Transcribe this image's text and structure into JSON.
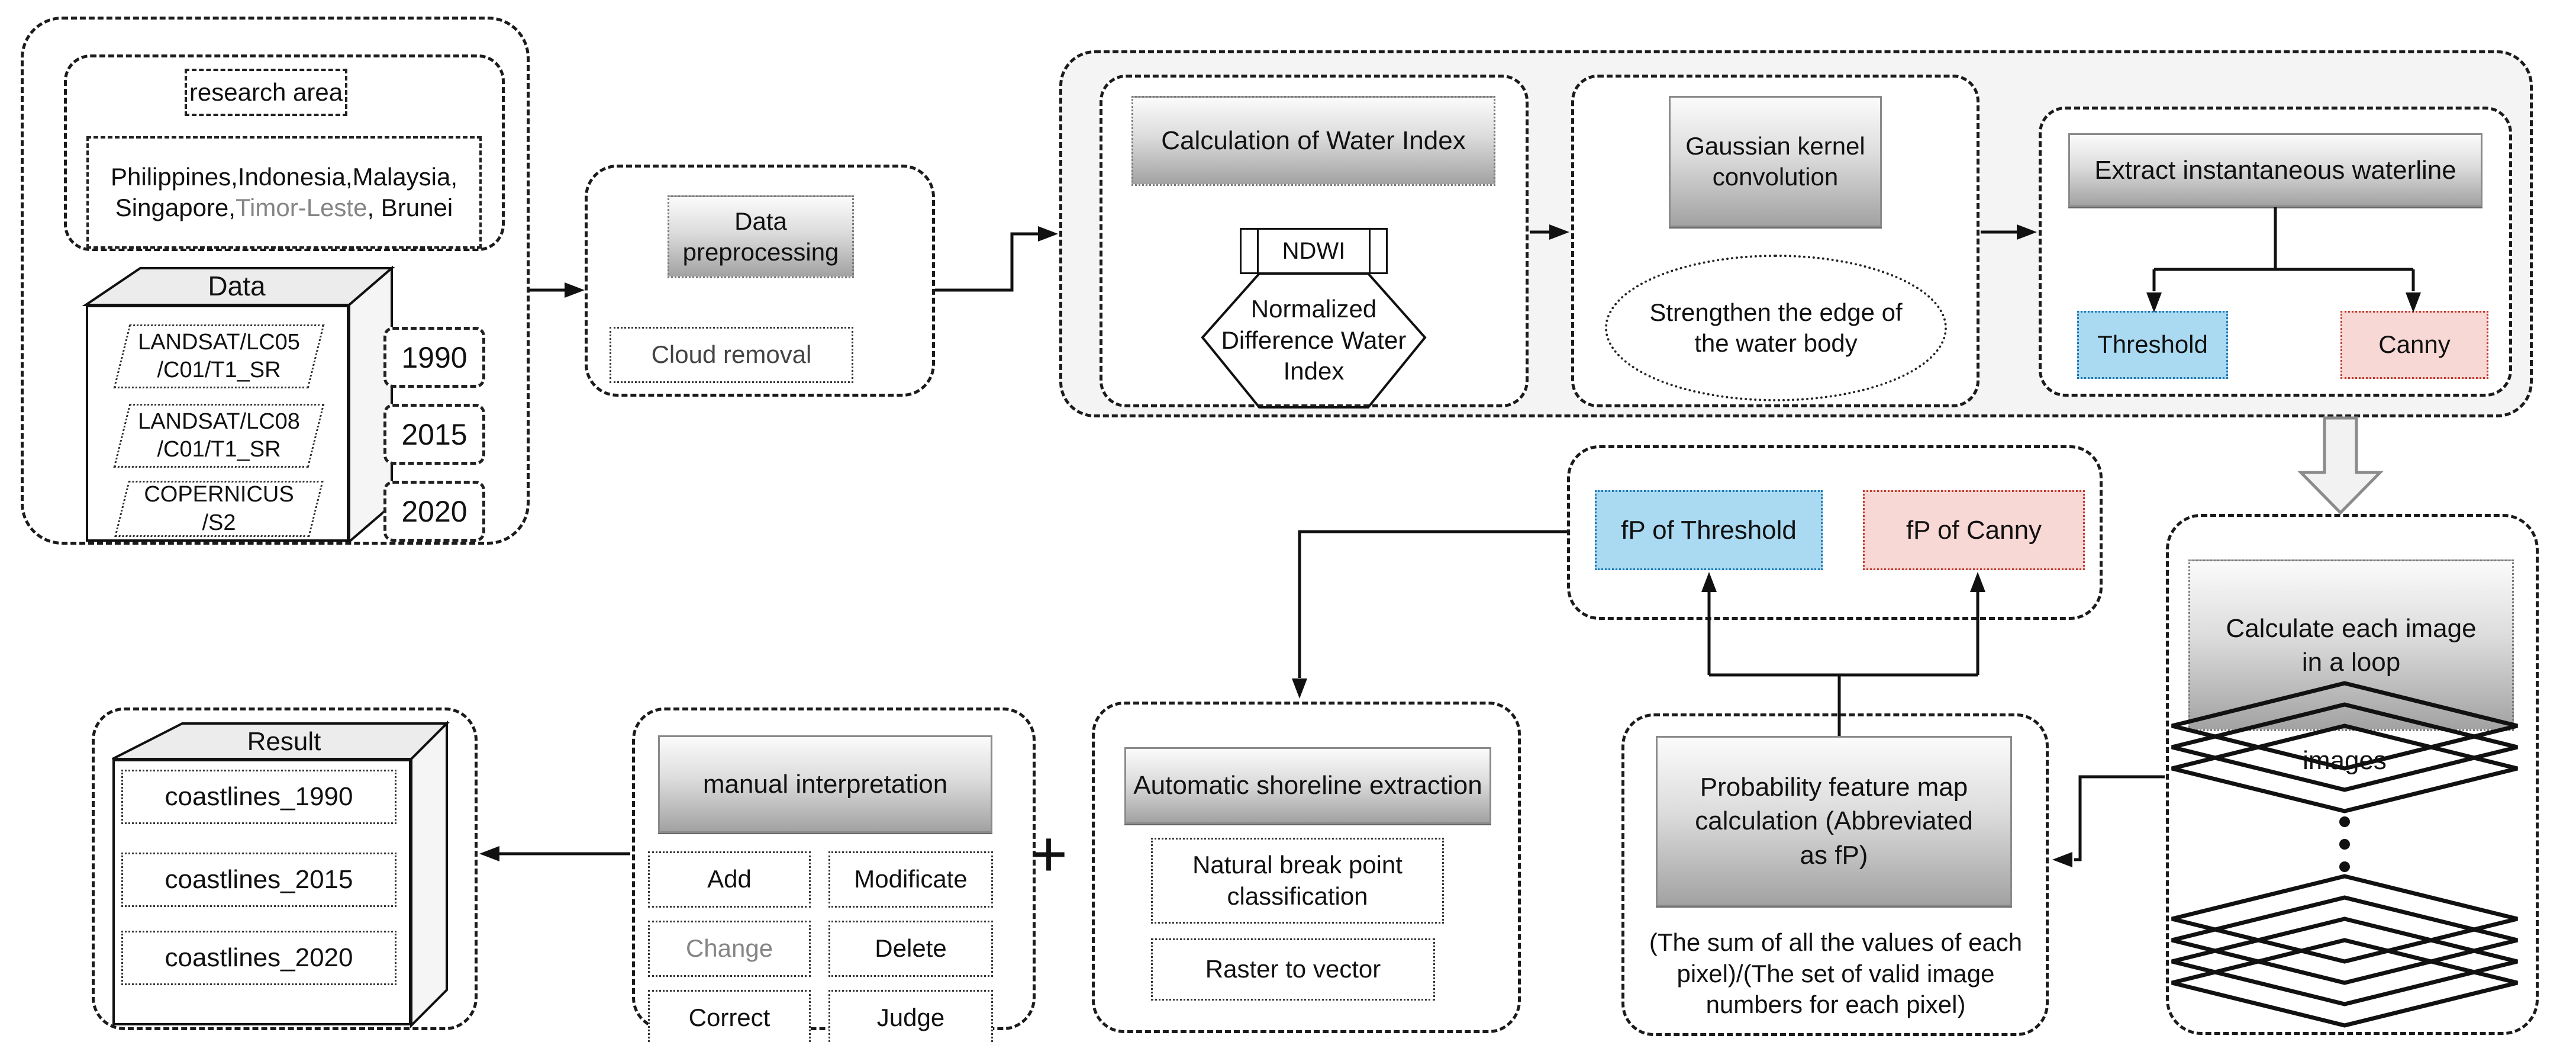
{
  "diagram": {
    "research_group": {
      "research_area_label": "research area",
      "countries_line1": "Philippines,Indonesia,Malaysia,",
      "countries_line2_prefix": "Singapore,",
      "countries_timor": "Timor-Leste",
      "countries_line2_suffix": ", Brunei",
      "data_cube": {
        "title": "Data",
        "layers": [
          {
            "line1": "LANDSAT/LC05",
            "line2": "/C01/T1_SR"
          },
          {
            "line1": "LANDSAT/LC08",
            "line2": "/C01/T1_SR"
          },
          {
            "line1": "COPERNICUS",
            "line2": "/S2"
          }
        ]
      },
      "years": [
        "1990",
        "2015",
        "2020"
      ]
    },
    "preprocessing": {
      "title": "Data preprocessing",
      "sub": "Cloud removal"
    },
    "water_index": {
      "title": "Calculation of Water Index",
      "tag": "NDWI",
      "hexagon_text": "Normalized Difference Water Index"
    },
    "gaussian": {
      "title": "Gaussian kernel convolution",
      "ellipse_text": "Strengthen the edge of the water body"
    },
    "extract": {
      "title": "Extract instantaneous waterline",
      "threshold_label": "Threshold",
      "canny_label": "Canny"
    },
    "fp": {
      "threshold_label": "fP of Threshold",
      "canny_label": "fP of Canny"
    },
    "loop": {
      "title": "Calculate each image in a loop",
      "images_label": "images"
    },
    "probability": {
      "title": "Probability feature map calculation (Abbreviated as fP)",
      "formula": "(The sum of all the values of each pixel)/(The set of valid image numbers for each pixel)"
    },
    "shoreline": {
      "title": "Automatic shoreline extraction",
      "sub1": "Natural break point classification",
      "sub2": "Raster to vector"
    },
    "manual": {
      "title": "manual interpretation",
      "actions": [
        "Add",
        "Modificate",
        "Change",
        "Delete",
        "Correct",
        "Judge"
      ]
    },
    "result": {
      "title": "Result",
      "layers": [
        "coastlines_1990",
        "coastlines_2015",
        "coastlines_2020"
      ]
    },
    "plus_sign": "+",
    "colors": {
      "threshold_fill": "#aadaf2",
      "threshold_border": "#1d76b4",
      "canny_fill": "#f8d8d5",
      "canny_border": "#c0392b",
      "process_gradient_top": "#fbfbfb",
      "process_gradient_bottom": "#a2a2a2",
      "pipeline_background": "#f4f4f4"
    }
  }
}
